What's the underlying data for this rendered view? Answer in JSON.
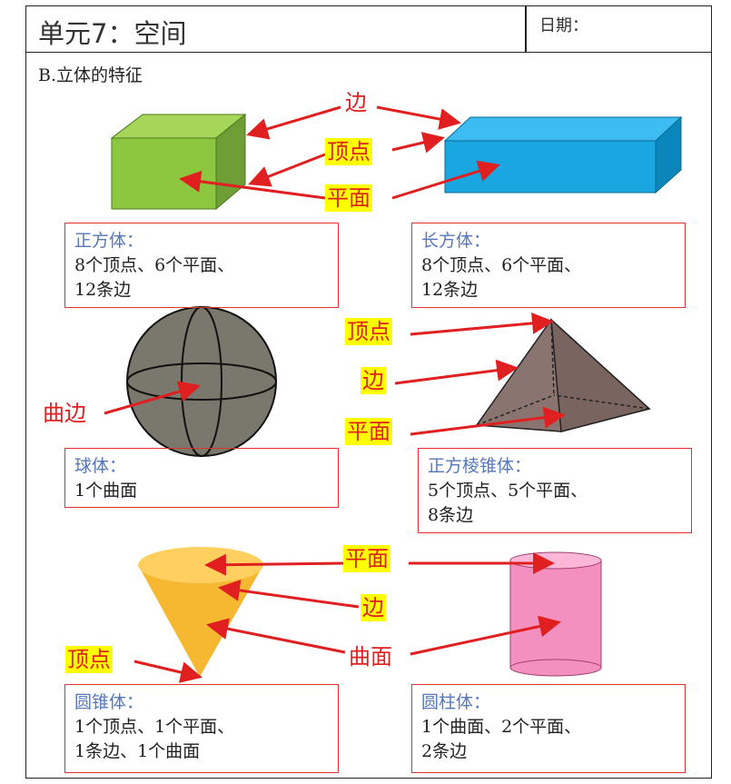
{
  "header": {
    "title": "单元7：空间",
    "date_label": "日期："
  },
  "section_title": "B.立体的特征",
  "labels": {
    "edge": "边",
    "vertex": "顶点",
    "face": "平面",
    "curved_edge": "曲边",
    "curved_face": "曲面"
  },
  "boxes": [
    {
      "name": "正方体：",
      "lines": [
        "8个顶点、6个平面、",
        "12条边"
      ]
    },
    {
      "name": "长方体：",
      "lines": [
        "8个顶点、6个平面、",
        "12条边"
      ]
    },
    {
      "name": "球体：",
      "lines": [
        "1个曲面"
      ]
    },
    {
      "name": "正方棱锥体：",
      "lines": [
        "5个顶点、5个平面、",
        "8条边"
      ]
    },
    {
      "name": "圆锥体：",
      "lines": [
        "1个顶点、1个平面、",
        "1条边、1个曲面"
      ]
    },
    {
      "name": "圆柱体：",
      "lines": [
        "1个曲面、2个平面、",
        "2条边"
      ]
    }
  ]
}
